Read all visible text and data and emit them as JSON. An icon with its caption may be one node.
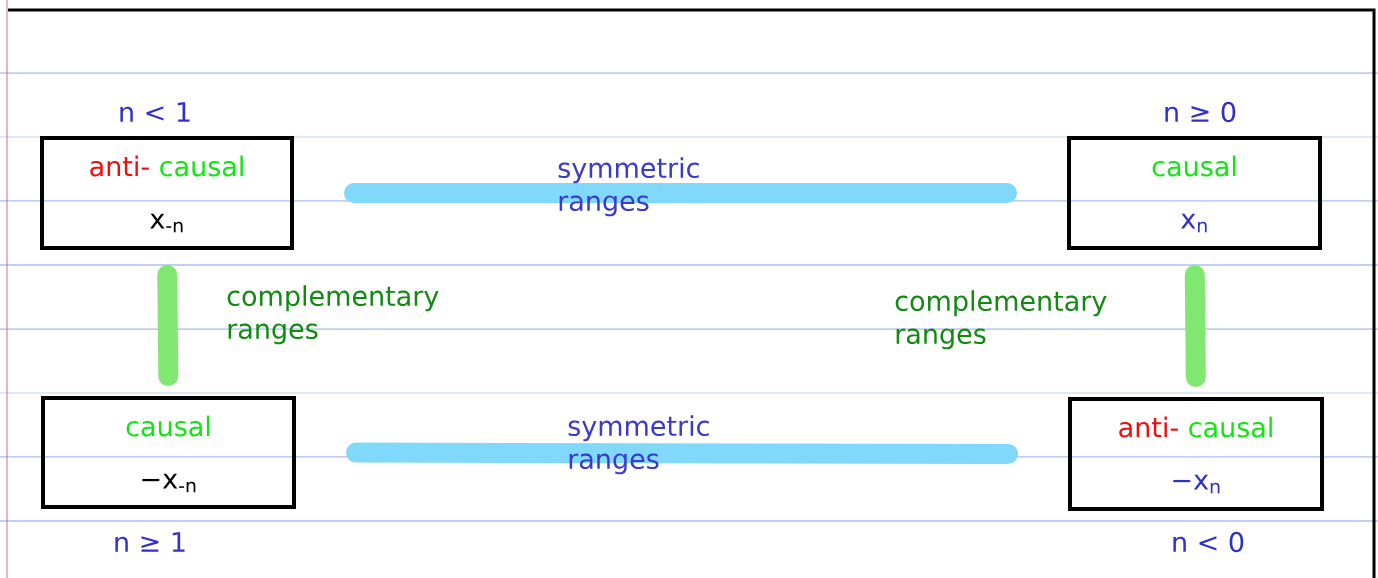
{
  "diagram": {
    "nodes": [
      {
        "text": [
          "anti-",
          "causal",
          "x$_{-n}$"
        ],
        "beside": [
          "n < 1"
        ]
      },
      {
        "text": [
          "causal",
          "x$_{n}$"
        ],
        "beside": [
          "n ≥ 0"
        ]
      },
      {
        "text": [
          "causal",
          "−x$_{-n}$"
        ],
        "beside": [
          "n ≥ 1"
        ]
      },
      {
        "text": [
          "anti-",
          "causal",
          "−x$_{n}$"
        ],
        "beside": [
          "n < 0"
        ]
      }
    ],
    "edges": [
      {
        "from": 0,
        "to": 1,
        "arrow": "none",
        "label": "symmetric ranges",
        "color": "#80d8fa"
      },
      {
        "from": 0,
        "to": 2,
        "arrow": "none",
        "label": "complementary ranges",
        "color": "#80e870"
      },
      {
        "from": 1,
        "to": 3,
        "arrow": "none",
        "label": "complementary ranges",
        "color": "#80e870"
      },
      {
        "from": 2,
        "to": 3,
        "arrow": "none",
        "label": "symmetric ranges",
        "color": "#80d8fa"
      }
    ]
  }
}
